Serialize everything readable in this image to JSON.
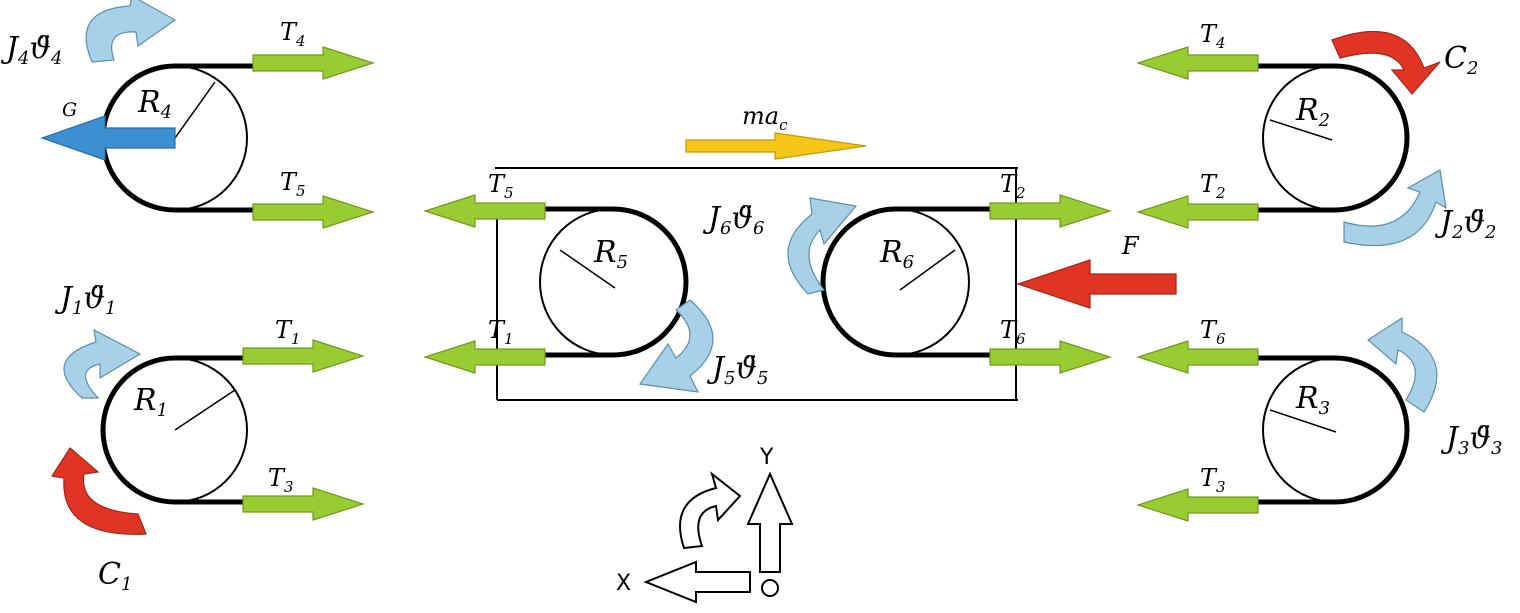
{
  "labels": {
    "R1": "R",
    "R1_sub": "1",
    "R2": "R",
    "R2_sub": "2",
    "R3": "R",
    "R3_sub": "3",
    "R4": "R",
    "R4_sub": "4",
    "R5": "R",
    "R5_sub": "5",
    "R6": "R",
    "R6_sub": "6",
    "T": "T",
    "sub1": "1",
    "sub2": "2",
    "sub3": "3",
    "sub4": "4",
    "sub5": "5",
    "sub6": "6",
    "J": "J",
    "theta": "ϑ̈",
    "C": "C",
    "G": "G",
    "F": "F",
    "ma": "ma",
    "ma_sub": "c",
    "axis_x": "X",
    "axis_y": "Y"
  },
  "colors": {
    "tension_arrow": "#99cc33",
    "inertia_arc": "#a8d0e6",
    "couple_arc": "#e03524",
    "force_F": "#e03524",
    "gravity_G": "#3c8fd0",
    "inertial_force": "#f5c518"
  }
}
